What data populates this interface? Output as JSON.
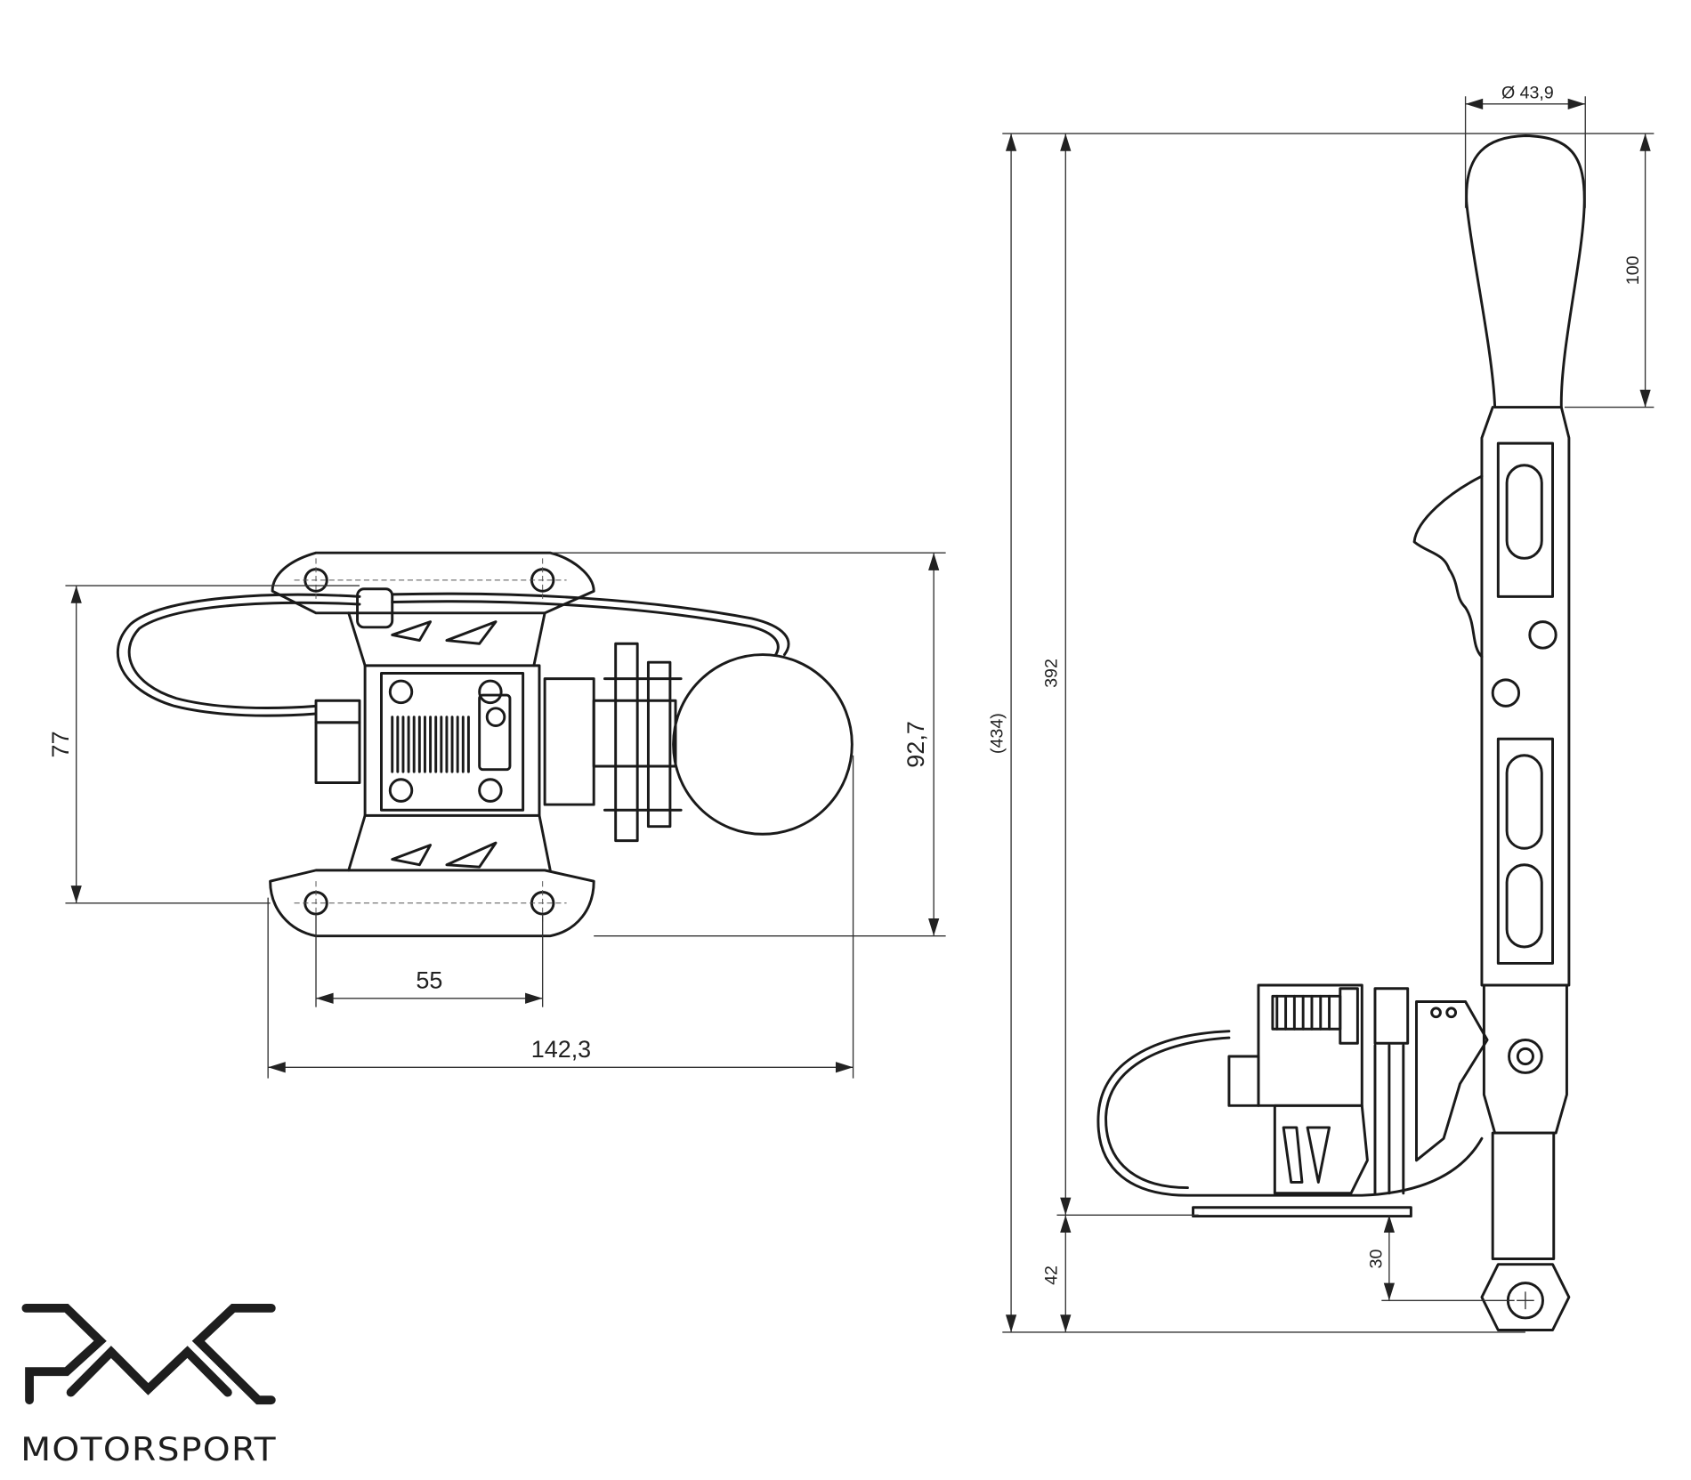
{
  "drawing": {
    "top_view": {
      "dimensions": {
        "mount_height": "77",
        "total_height": "92,7",
        "hole_spacing": "55",
        "total_width": "142,3"
      }
    },
    "side_view": {
      "dimensions": {
        "knob_diameter": "43,9",
        "knob_height": "100",
        "lever_height": "392",
        "overall_height": "(434)",
        "below_base": "42",
        "pivot_offset": "30"
      }
    }
  },
  "logo": {
    "mark": "PMC",
    "brand": "MOTORSPORT"
  },
  "colors": {
    "line": "#1a1a1a",
    "background": "#ffffff"
  }
}
